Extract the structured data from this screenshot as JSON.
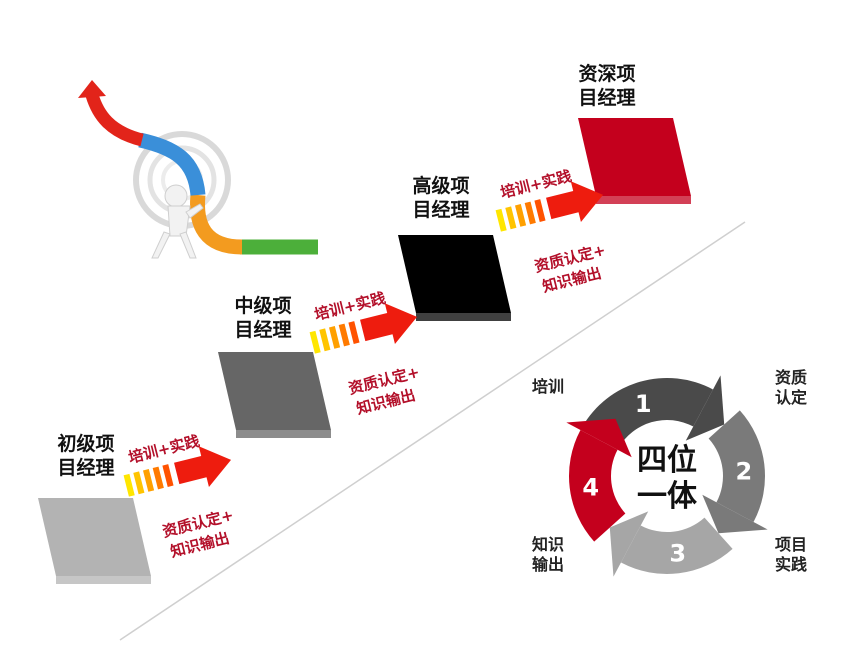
{
  "levels": [
    {
      "title_line1": "初级项",
      "title_line2": "目经理",
      "color": "#b3b3b3"
    },
    {
      "title_line1": "中级项",
      "title_line2": "目经理",
      "color": "#666666"
    },
    {
      "title_line1": "高级项",
      "title_line2": "目经理",
      "color": "#000000"
    },
    {
      "title_line1": "资深项",
      "title_line2": "目经理",
      "color": "#c4001d"
    }
  ],
  "transition": {
    "top_label": "培训+实践",
    "bottom_line1": "资质认定+",
    "bottom_line2": "知识输出"
  },
  "cycle": {
    "center_line1": "四位",
    "center_line2": "一体",
    "steps": [
      {
        "number": "1",
        "label_line1": "培训",
        "label_line2": "",
        "color": "#4a4a4a"
      },
      {
        "number": "2",
        "label_line1": "资质",
        "label_line2": "认定",
        "color": "#7a7a7a"
      },
      {
        "number": "3",
        "label_line1": "项目",
        "label_line2": "实践",
        "color": "#a6a6a6"
      },
      {
        "number": "4",
        "label_line1": "知识",
        "label_line2": "输出",
        "color": "#c4001d"
      }
    ]
  },
  "colors": {
    "accent_red": "#b3102a",
    "arrow_red": "#ee1c0e"
  }
}
